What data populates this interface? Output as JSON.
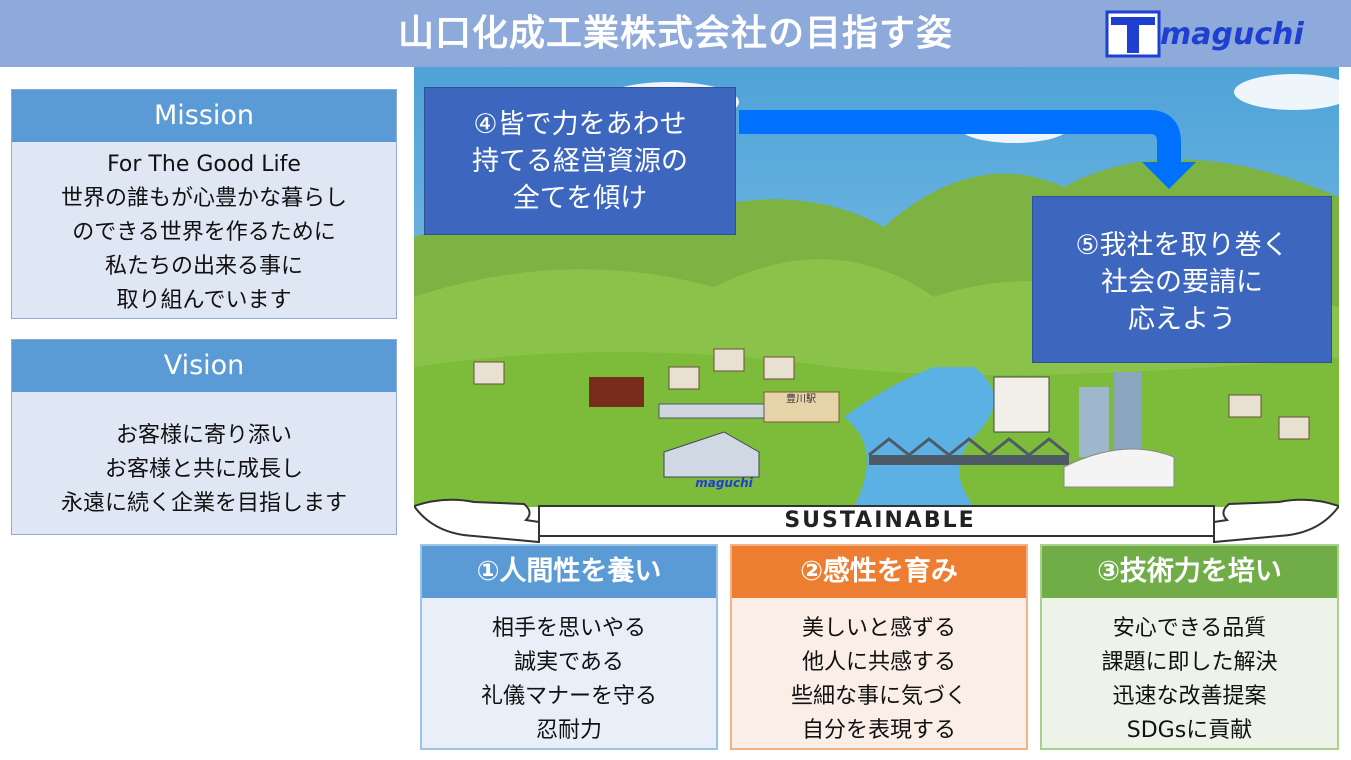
{
  "header": {
    "title": "山口化成工業株式会社の目指す姿",
    "logo_text": "maguchi"
  },
  "mission": {
    "heading": "Mission",
    "lines": "For The Good Life\n世界の誰もが心豊かな暮らし\nのできる世界を作るために\n私たちの出来る事に\n取り組んでいます"
  },
  "vision": {
    "heading": "Vision",
    "lines": "お客様に寄り添い\nお客様と共に成長し\n永遠に続く企業を目指します"
  },
  "scene": {
    "card4": "④皆で力をあわせ\n持てる経営資源の\n全てを傾け",
    "card5": "⑤我社を取り巻く\n社会の要請に\n応えよう",
    "station_sign": "豊川駅",
    "factory_logo": "maguchi"
  },
  "band": {
    "label": "SUSTAINABLE"
  },
  "pillars": [
    {
      "heading": "①人間性を養い",
      "lines": "相手を思いやる\n誠実である\n礼儀マナーを守る\n忍耐力"
    },
    {
      "heading": "②感性を育み",
      "lines": "美しいと感ずる\n他人に共感する\n些細な事に気づく\n自分を表現する"
    },
    {
      "heading": "③技術力を培い",
      "lines": "安心できる品質\n課題に即した解決\n迅速な改善提案\nSDGsに貢献"
    }
  ],
  "colors": {
    "header_bg": "#8eaadb",
    "blue_head": "#5b9bd5",
    "card_blue": "#3d67bf",
    "orange_head": "#ed7d31",
    "green_head": "#70ad47",
    "arrow_blue": "#0070ff"
  }
}
